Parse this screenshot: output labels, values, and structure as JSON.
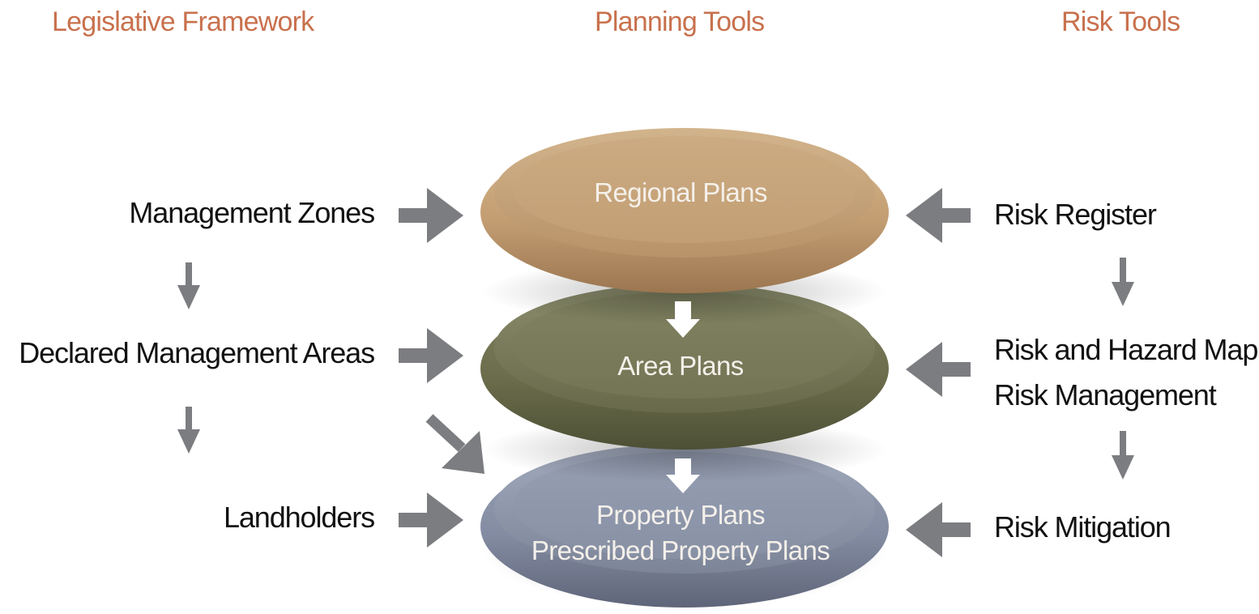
{
  "headers": {
    "legislative": "Legislative Framework",
    "planning": "Planning Tools",
    "risk": "Risk Tools"
  },
  "legislative_items": {
    "zones": "Management Zones",
    "areas": "Declared Management Areas",
    "landholders": "Landholders"
  },
  "planning_discs": {
    "regional": "Regional  Plans",
    "area": "Area Plans",
    "property_line1": "Property Plans",
    "property_line2": "Prescribed Property Plans"
  },
  "risk_items": {
    "register": "Risk Register",
    "hazard_line1": "Risk and Hazard Map",
    "hazard_line2": "Risk Management",
    "mitigation": "Risk Mitigation"
  },
  "colors": {
    "header": "#c8714d",
    "arrow": "#7c7d80",
    "regional_disc": "#c9a57b",
    "area_disc": "#6f7150",
    "property_disc": "#8a93a8"
  }
}
